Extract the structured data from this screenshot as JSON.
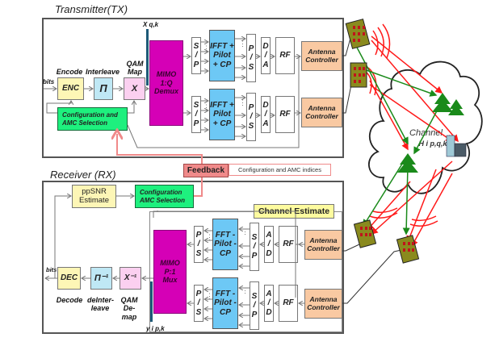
{
  "transmitter": {
    "title": "Transmitter(TX)",
    "input_label": "bits",
    "stream_label": "X q,k",
    "labels": {
      "encode": "Encode",
      "interleave": "Interleave",
      "qam_map": "QAM Map"
    },
    "blocks": {
      "enc": "ENC",
      "interleaver": "Π",
      "qam": "X",
      "mimo": "MIMO 1:Q Demux",
      "config": "Configuration and AMC Selection"
    },
    "chains": [
      {
        "sp": "S / P",
        "ifft": "IFFT + Pilot + CP",
        "ps": "P / S",
        "da": "D / A",
        "rf": "RF",
        "antenna": "Antenna Controller"
      },
      {
        "sp": "S / P",
        "ifft": "IFFT + Pilot + CP",
        "ps": "P / S",
        "da": "D / A",
        "rf": "RF",
        "antenna": "Antenna Controller"
      }
    ]
  },
  "feedback": {
    "label": "Feedback",
    "description": "Configuration and AMC indices"
  },
  "receiver": {
    "title": "Receiver (RX)",
    "output_label": "bits",
    "stream_label": "y i p,k",
    "labels": {
      "decode": "Decode",
      "deinterleave": "deInter-leave",
      "qam_demap": "QAM De-map"
    },
    "blocks": {
      "ppsnr": "ppSNR Estimate",
      "config": "Configuration AMC Selection",
      "channel_estimate": "Channel Estimate",
      "mimo": "MIMO P:1 Mux",
      "dec": "DEC",
      "deinterleaver": "Π⁻¹",
      "qam_demap": "X⁻¹"
    },
    "chains": [
      {
        "ps": "P / S",
        "fft": "FFT - Pilot - CP",
        "sp": "S / P",
        "ad": "A / D",
        "rf": "RF",
        "antenna": "Antenna Controller"
      },
      {
        "ps": "P / S",
        "fft": "FFT - Pilot - CP",
        "sp": "S / P",
        "ad": "A / D",
        "rf": "RF",
        "antenna": "Antenna Controller"
      }
    ]
  },
  "channel": {
    "label": "Channel",
    "matrix": "H i p,q,k"
  },
  "colors": {
    "direct_path": "#1a8a1a",
    "scattered_path": "#ff1a1a",
    "feedback_line": "#f08a8a",
    "stream_bar": "#1d5a78"
  }
}
